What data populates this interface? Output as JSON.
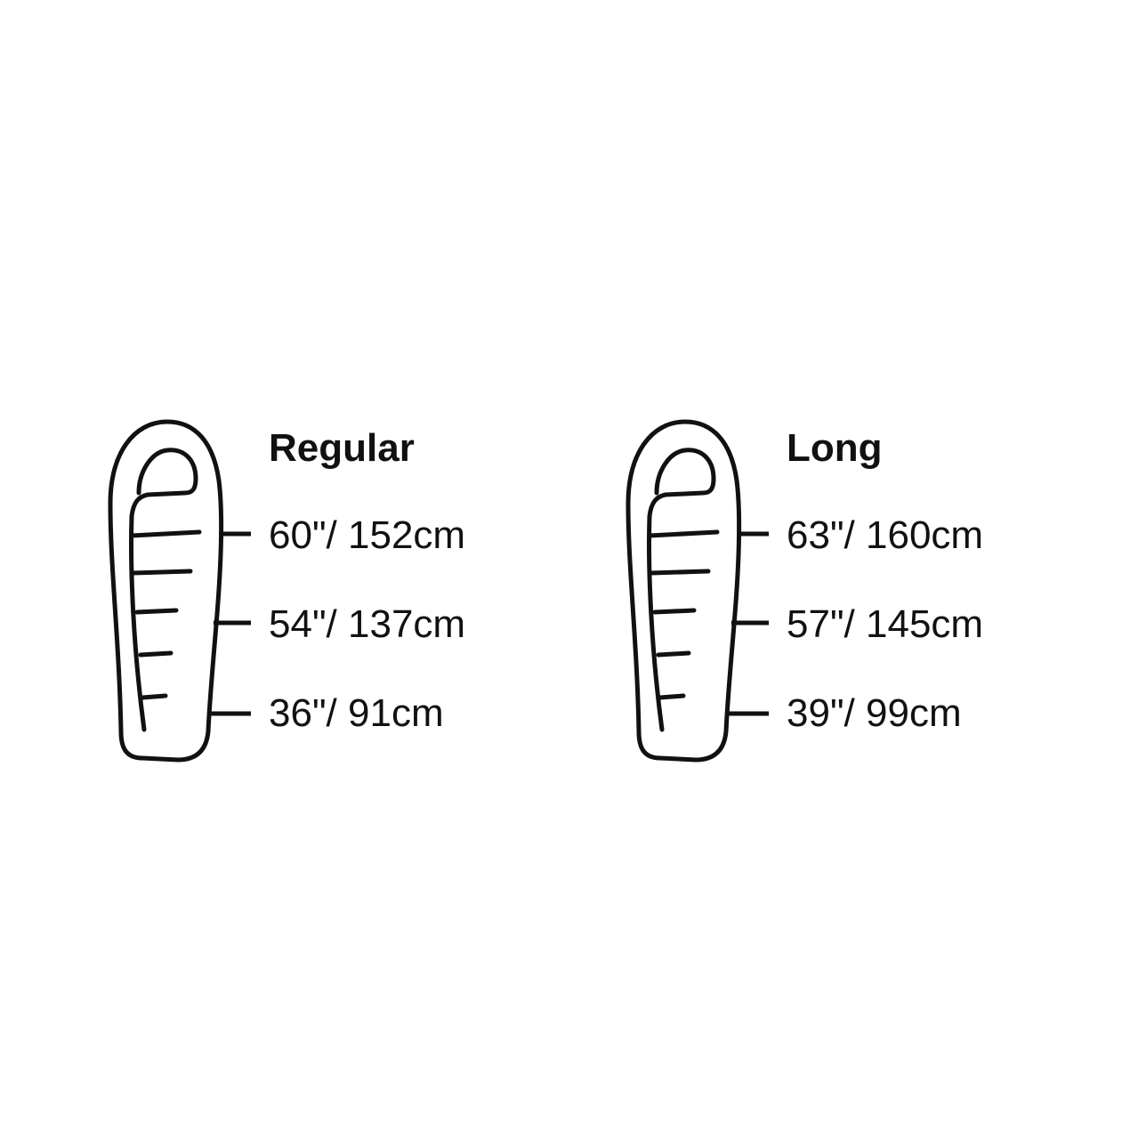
{
  "sizes": [
    {
      "name": "Regular",
      "measurements": [
        "60\"/ 152cm",
        "54\"/ 137cm",
        "36\"/ 91cm"
      ]
    },
    {
      "name": "Long",
      "measurements": [
        "63\"/ 160cm",
        "57\"/ 145cm",
        "39\"/ 99cm"
      ]
    }
  ],
  "icon": "mummy-sleeping-bag-icon",
  "colors": {
    "ink": "#111111",
    "background": "#ffffff"
  }
}
